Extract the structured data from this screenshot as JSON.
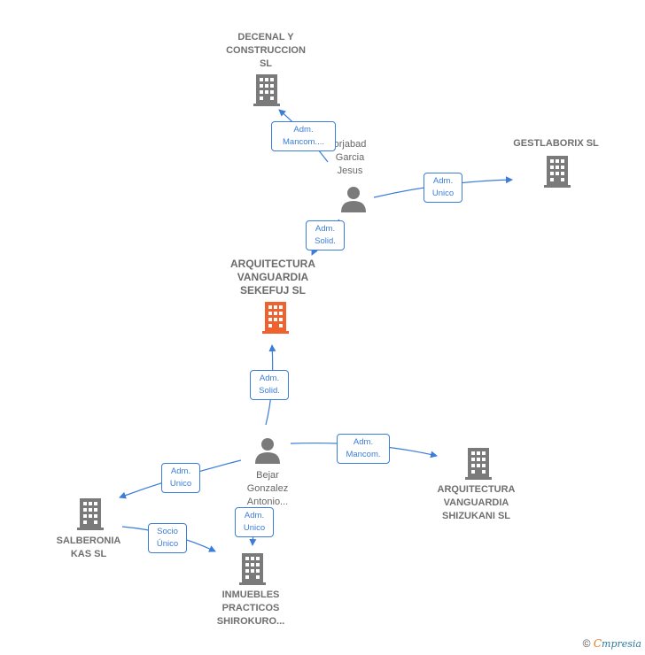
{
  "colors": {
    "accent": "#3b7dd8",
    "building": "#7a7a7a",
    "main_building": "#f0622d"
  },
  "nodes": {
    "decenal": {
      "label": "DECENAL Y\nCONSTRUCCION\nSL",
      "icon": "building-icon"
    },
    "orjabad": {
      "label": "orjabad\nGarcia\nJesus",
      "icon": "person-icon"
    },
    "gestlaborix": {
      "label": "GESTLABORIX SL",
      "icon": "building-icon"
    },
    "main": {
      "label": "ARQUITECTURA\nVANGUARDIA\nSEKEFUJ  SL",
      "icon": "building-icon"
    },
    "bejar": {
      "label": "Bejar\nGonzalez\nAntonio...",
      "icon": "person-icon"
    },
    "shizukani": {
      "label": "ARQUITECTURA\nVANGUARDIA\nSHIZUKANI  SL",
      "icon": "building-icon"
    },
    "salberonia": {
      "label": "SALBERONIA\nKAS  SL",
      "icon": "building-icon"
    },
    "inmuebles": {
      "label": "INMUEBLES\nPRACTICOS\nSHIROKURO...",
      "icon": "building-icon"
    }
  },
  "edges": {
    "orjabad_decenal": "Adm.\nMancom....",
    "orjabad_gestlaborix": "Adm.\nUnico",
    "orjabad_main": "Adm.\nSolid.",
    "bejar_main": "Adm.\nSolid.",
    "bejar_shizukani": "Adm.\nMancom.",
    "bejar_salberonia": "Adm.\nUnico",
    "bejar_inmuebles": "Adm.\nUnico",
    "salberonia_inmuebles": "Socio\nÚnico"
  },
  "footer": {
    "copyright": "©",
    "brand_e": "C",
    "brand_rest": "mpresia"
  }
}
